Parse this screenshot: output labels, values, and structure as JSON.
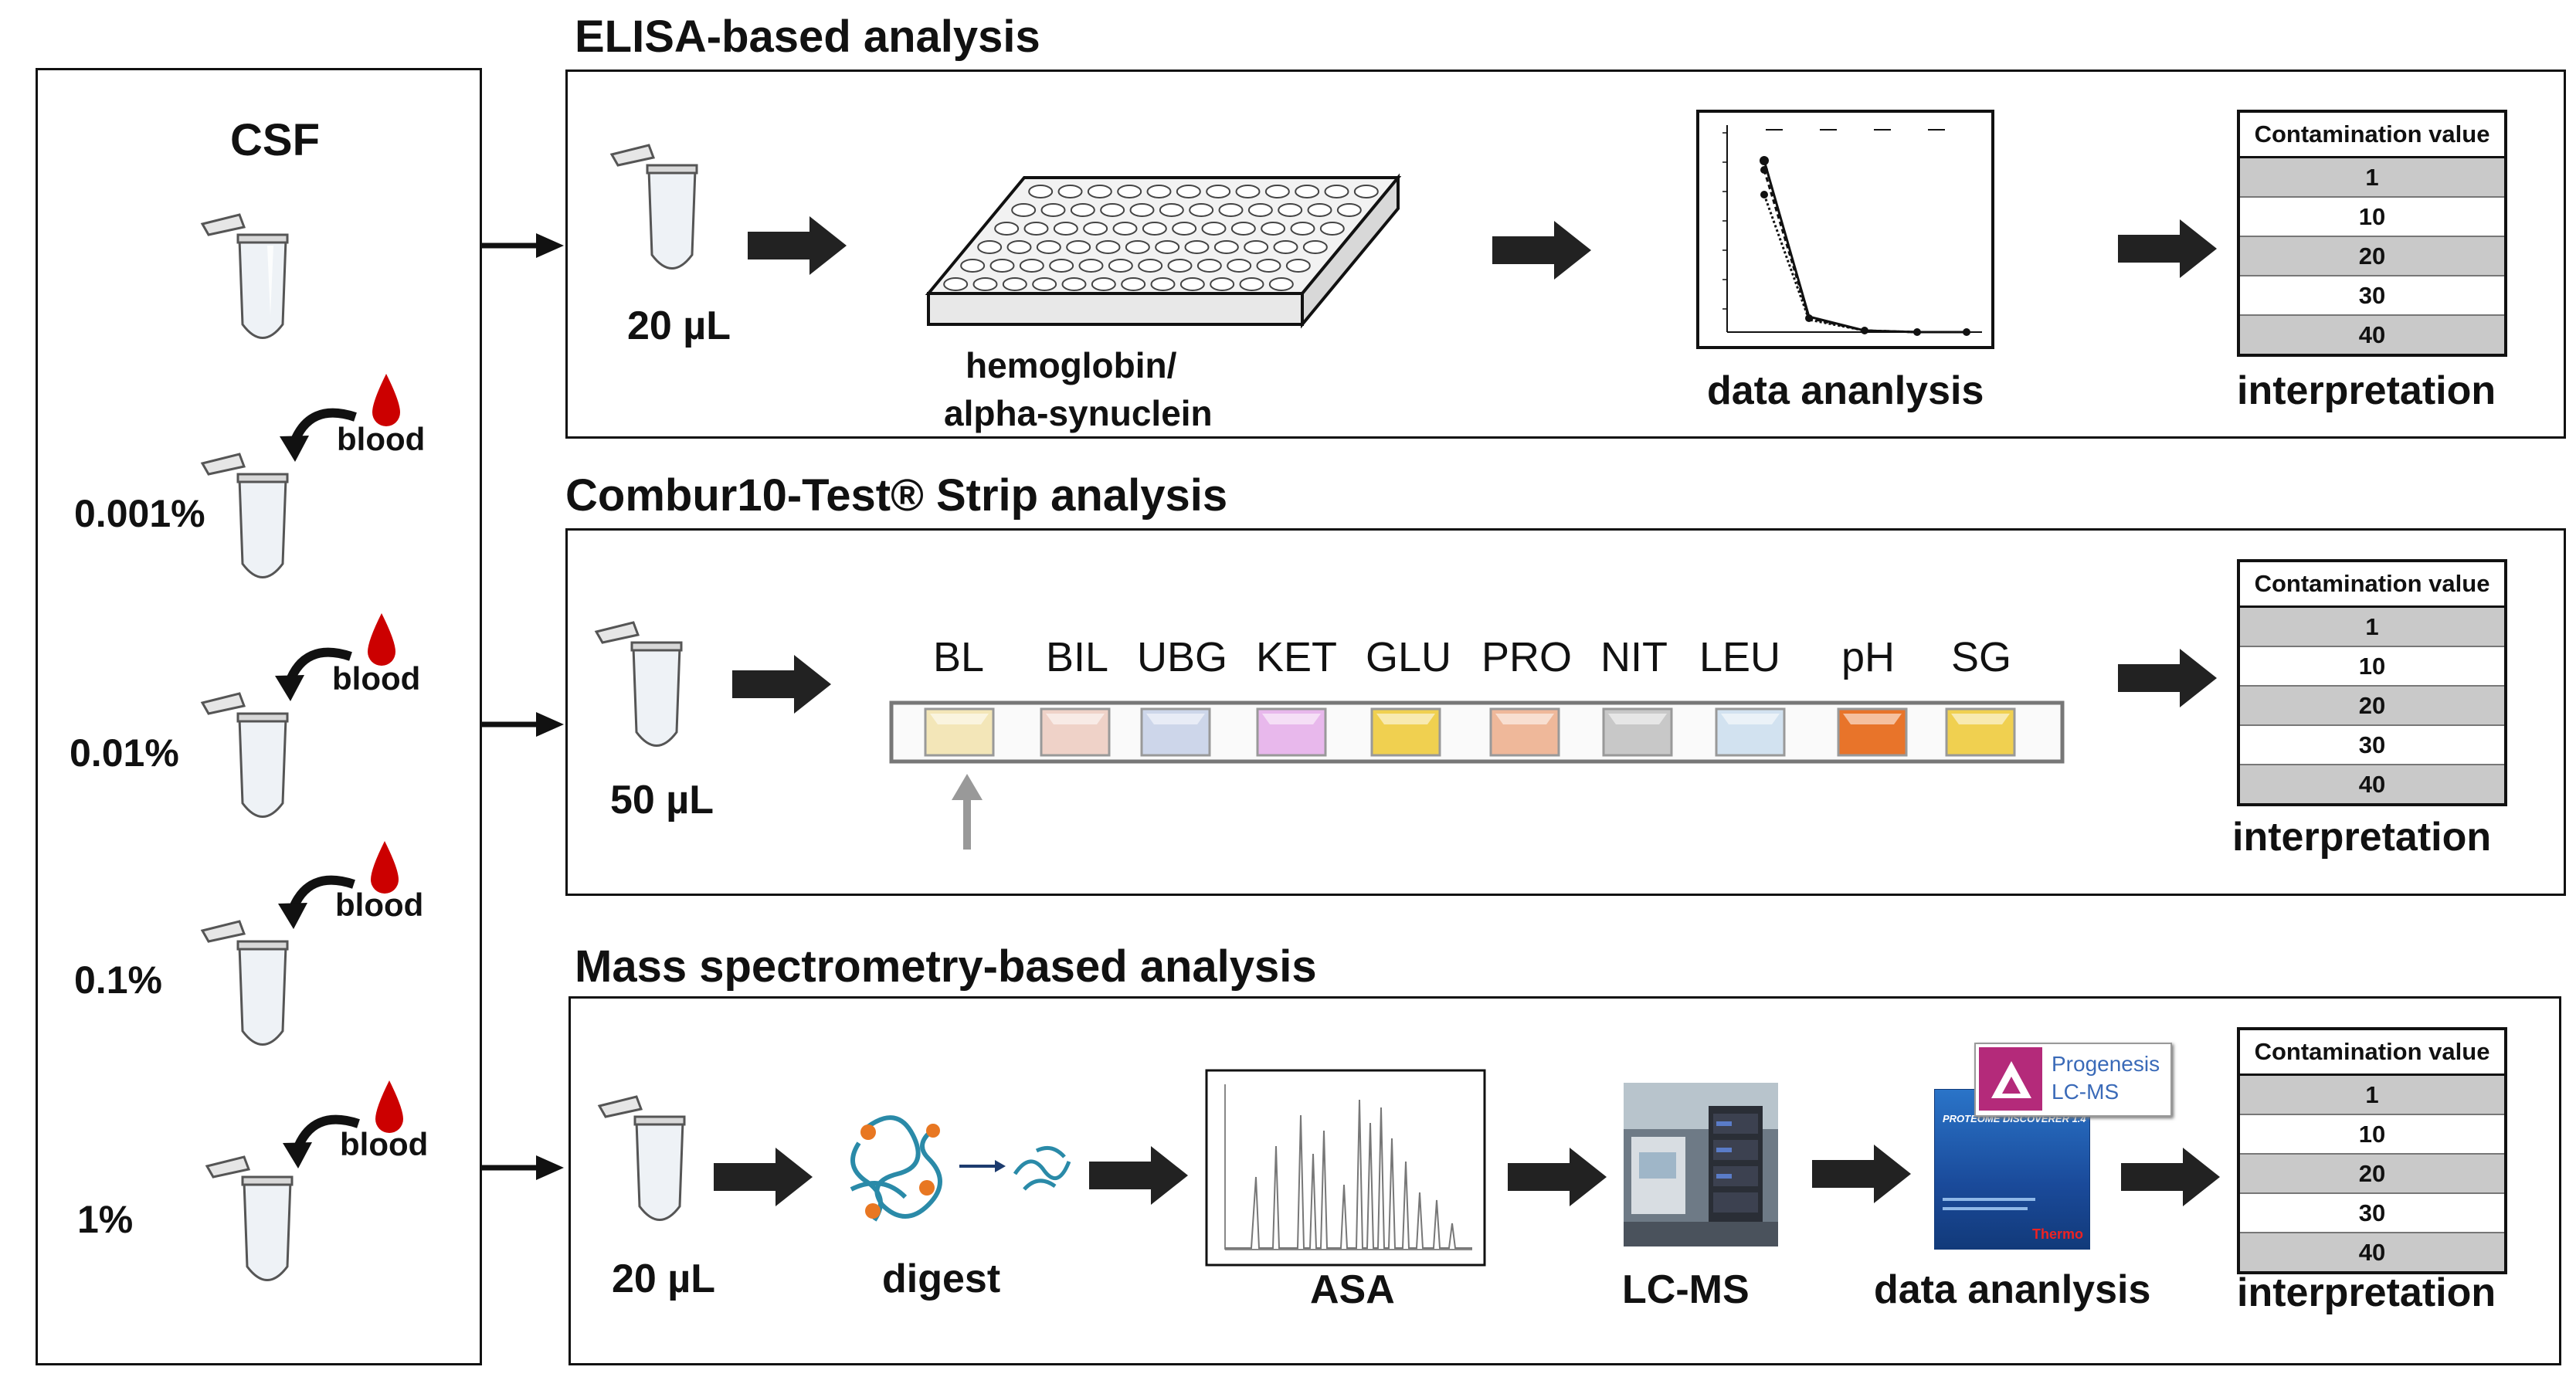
{
  "left_panel": {
    "title": "CSF",
    "blood_label": "blood",
    "concentrations": [
      "0.001%",
      "0.01%",
      "0.1%",
      "1%"
    ]
  },
  "elisa": {
    "title": "ELISA-based analysis",
    "volume": "20 µL",
    "plate_caption_line1": "hemoglobin/",
    "plate_caption_line2": "alpha-synuclein",
    "data_caption": "data ananlysis",
    "interpretation": "interpretation"
  },
  "combur": {
    "title": "Combur10-Test® Strip analysis",
    "volume": "50 µL",
    "pads": [
      {
        "label": "BL",
        "color": "#f3e6b8"
      },
      {
        "label": "BIL",
        "color": "#efd2c8"
      },
      {
        "label": "UBG",
        "color": "#cdd6ea"
      },
      {
        "label": "KET",
        "color": "#e8b8ec"
      },
      {
        "label": "GLU",
        "color": "#f0d050"
      },
      {
        "label": "PRO",
        "color": "#efb89a"
      },
      {
        "label": "NIT",
        "color": "#c8c8c8"
      },
      {
        "label": "LEU",
        "color": "#d2e2f0"
      },
      {
        "label": "pH",
        "color": "#e8742a"
      },
      {
        "label": "SG",
        "color": "#f0d050"
      }
    ],
    "interpretation": "interpretation"
  },
  "ms": {
    "title": "Mass spectrometry-based analysis",
    "volume": "20 µL",
    "digest": "digest",
    "asa": "ASA",
    "lcms": "LC-MS",
    "data_caption": "data ananlysis",
    "progenesis_line1": "Progenesis",
    "progenesis_line2": "LC-MS",
    "pd_title": "PROTEOME DISCOVERER 1.4",
    "pd_brand": "Thermo",
    "interpretation": "interpretation"
  },
  "contamination_table": {
    "header": "Contamination value",
    "values": [
      "1",
      "10",
      "20",
      "30",
      "40"
    ]
  },
  "colors": {
    "blood": "#cc0000",
    "arrow": "#1a1a1a",
    "table_gray": "#c9c9c9"
  }
}
